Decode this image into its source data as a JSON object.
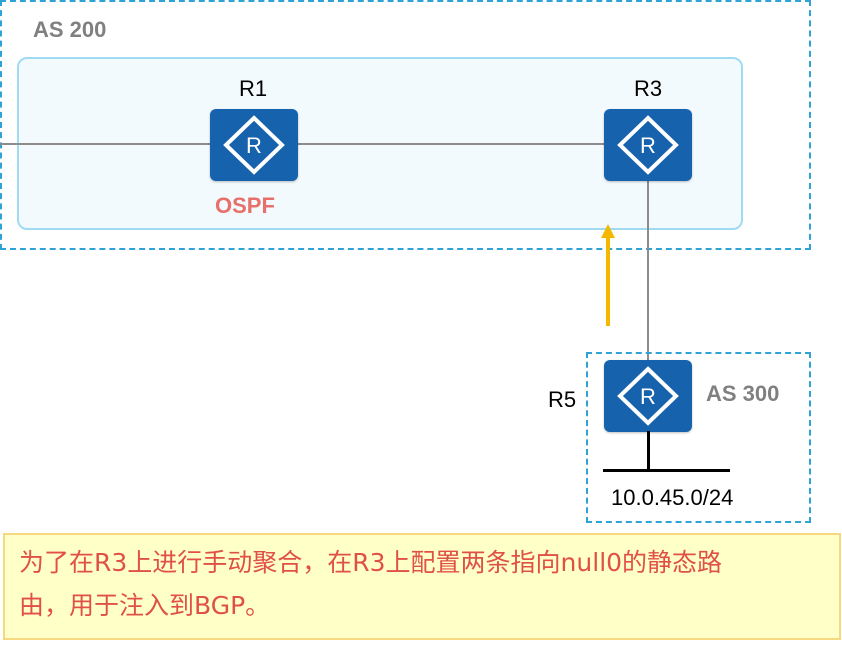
{
  "as200": {
    "label": "AS 200"
  },
  "as300": {
    "label": "AS 300"
  },
  "routers": {
    "r1": "R1",
    "r3": "R3",
    "r5": "R5"
  },
  "ospf": {
    "label": "OSPF"
  },
  "network": {
    "label": "10.0.45.0/24"
  },
  "note": {
    "line1": "为了在R3上进行手动聚合，在R3上配置两条指向null0的静态路",
    "line2": "由，用于注入到BGP。"
  },
  "colors": {
    "as_border": "#2fa3d6",
    "router_fill": "#1762ad",
    "arrow": "#f5b800",
    "ospf_text": "#e8706a",
    "note_text": "#e0504a",
    "note_bg": "#ffffc8"
  },
  "icons": {
    "router": "router-icon",
    "arrow": "up-arrow-icon"
  }
}
